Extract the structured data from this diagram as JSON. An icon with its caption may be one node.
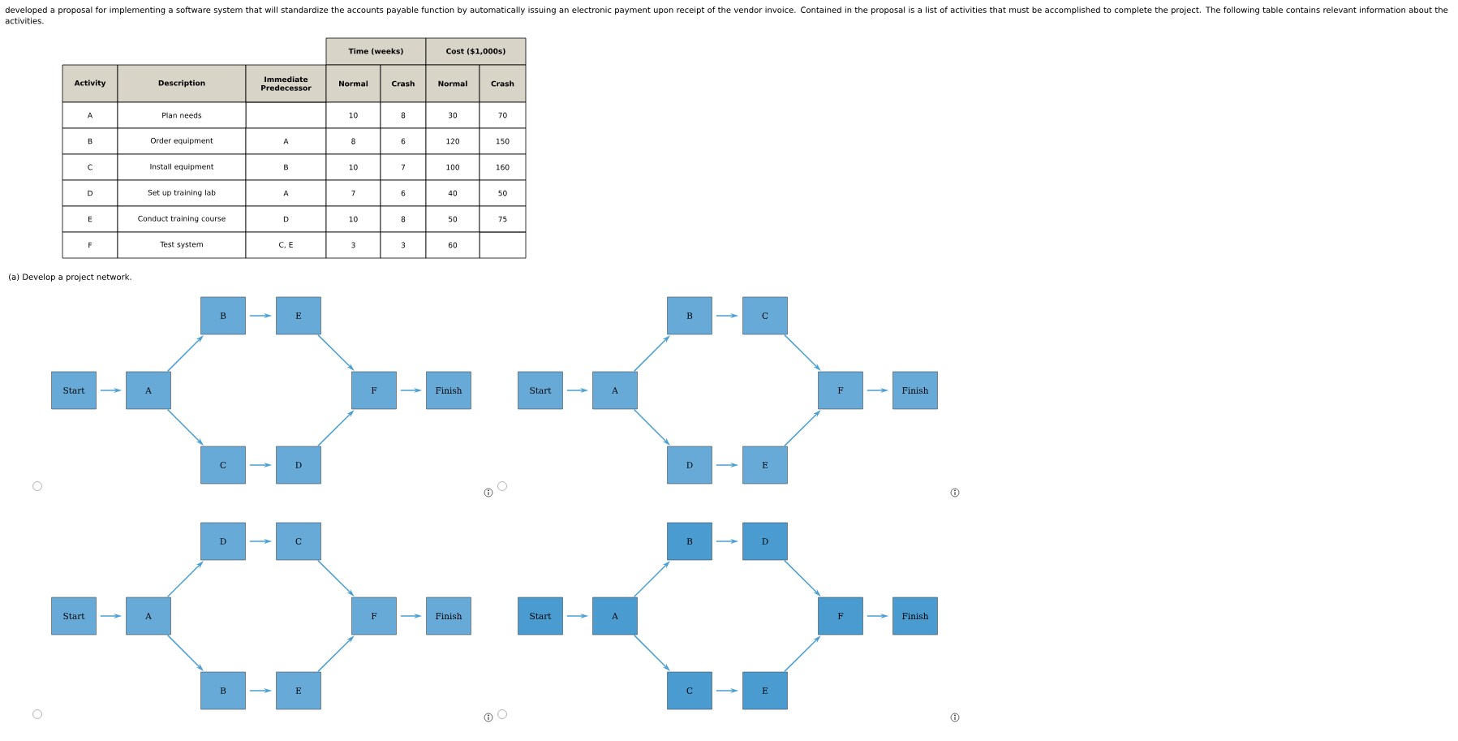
{
  "diagram": {
    "nodes": [
      {
        "text": [
          "B"
        ]
      },
      {
        "text": [
          "E"
        ]
      },
      {
        "text": [
          "Start"
        ]
      },
      {
        "text": [
          "A"
        ]
      },
      {
        "text": [
          "F"
        ]
      },
      {
        "text": [
          "Finish"
        ]
      },
      {
        "text": [
          "C"
        ]
      },
      {
        "text": [
          "D"
        ]
      },
      {
        "text": [
          "B"
        ]
      },
      {
        "text": [
          "C"
        ]
      },
      {
        "text": [
          "Start"
        ]
      },
      {
        "text": [
          "A"
        ]
      },
      {
        "text": [
          "F"
        ]
      },
      {
        "text": [
          "Finish"
        ]
      },
      {
        "text": [
          "D"
        ]
      },
      {
        "text": [
          "E"
        ]
      },
      {
        "text": [
          "D"
        ]
      },
      {
        "text": [
          "C"
        ]
      },
      {
        "text": [
          "Start"
        ]
      },
      {
        "text": [
          "A"
        ]
      },
      {
        "text": [
          "F"
        ]
      },
      {
        "text": [
          "Finish"
        ]
      },
      {
        "text": [
          "B"
        ]
      },
      {
        "text": [
          "E"
        ]
      },
      {
        "text": [
          "B"
        ]
      },
      {
        "text": [
          "D"
        ]
      },
      {
        "text": [
          "Start"
        ]
      },
      {
        "text": [
          "A"
        ]
      },
      {
        "text": [
          "F"
        ]
      },
      {
        "text": [
          "Finish"
        ]
      },
      {
        "text": [
          "C"
        ]
      },
      {
        "text": [
          "E"
        ]
      }
    ],
    "edges": [
      {
        "from": 2,
        "to": 3,
        "arrow": "to"
      },
      {
        "from": 3,
        "to": 0,
        "arrow": "to"
      },
      {
        "from": 3,
        "to": 6,
        "arrow": "to"
      },
      {
        "from": 0,
        "to": 1,
        "arrow": "to"
      },
      {
        "from": 6,
        "to": 7,
        "arrow": "to"
      },
      {
        "from": 1,
        "to": 4,
        "arrow": "to"
      },
      {
        "from": 7,
        "to": 4,
        "arrow": "to"
      },
      {
        "from": 4,
        "to": 5,
        "arrow": "to"
      },
      {
        "from": 10,
        "to": 11,
        "arrow": "to"
      },
      {
        "from": 11,
        "to": 8,
        "arrow": "to"
      },
      {
        "from": 11,
        "to": 14,
        "arrow": "to"
      },
      {
        "from": 8,
        "to": 9,
        "arrow": "to"
      },
      {
        "from": 14,
        "to": 15,
        "arrow": "to"
      },
      {
        "from": 9,
        "to": 12,
        "arrow": "to"
      },
      {
        "from": 15,
        "to": 12,
        "arrow": "to"
      },
      {
        "from": 12,
        "to": 13,
        "arrow": "to"
      },
      {
        "from": 18,
        "to": 19,
        "arrow": "to"
      },
      {
        "from": 19,
        "to": 16,
        "arrow": "to"
      },
      {
        "from": 19,
        "to": 22,
        "arrow": "to"
      },
      {
        "from": 16,
        "to": 17,
        "arrow": "to"
      },
      {
        "from": 22,
        "to": 23,
        "arrow": "to"
      },
      {
        "from": 17,
        "to": 20,
        "arrow": "to"
      },
      {
        "from": 23,
        "to": 20,
        "arrow": "to"
      },
      {
        "from": 20,
        "to": 21,
        "arrow": "to"
      },
      {
        "from": 26,
        "to": 27,
        "arrow": "to"
      },
      {
        "from": 27,
        "to": 24,
        "arrow": "to"
      },
      {
        "from": 27,
        "to": 30,
        "arrow": "to"
      },
      {
        "from": 24,
        "to": 25,
        "arrow": "to"
      },
      {
        "from": 30,
        "to": 31,
        "arrow": "to"
      },
      {
        "from": 25,
        "to": 28,
        "arrow": "to"
      },
      {
        "from": 31,
        "to": 28,
        "arrow": "to"
      },
      {
        "from": 28,
        "to": 29,
        "arrow": "to"
      }
    ],
    "labels": [
      "developed a proposal for implementing a software system that will standardize the accounts payable function by automatically issuing an electronic payment upon receipt of the vendor invoice. Contained in the proposal is a list of activities that must be accomplished to complete the project. The following table contains relevant information about the activities.",
      "Time (weeks)",
      "Cost ($1,000s)",
      "Activity",
      "Description",
      "Immediate Predecessor",
      "Normal",
      "Crash",
      "Normal",
      "Crash",
      "A",
      "Plan needs",
      "10",
      "8",
      "30",
      "70",
      "B",
      "Order equipment",
      "A",
      "8",
      "6",
      "120",
      "150",
      "C",
      "Install equipment",
      "B",
      "10",
      "7",
      "100",
      "160",
      "D",
      "Set up training lab",
      "A",
      "7",
      "6",
      "40",
      "50",
      "E",
      "Conduct training course",
      "D",
      "10",
      "8",
      "50",
      "75",
      "F",
      "Test system",
      "C, E",
      "3",
      "3",
      "60",
      "(a) Develop a project network."
    ]
  }
}
